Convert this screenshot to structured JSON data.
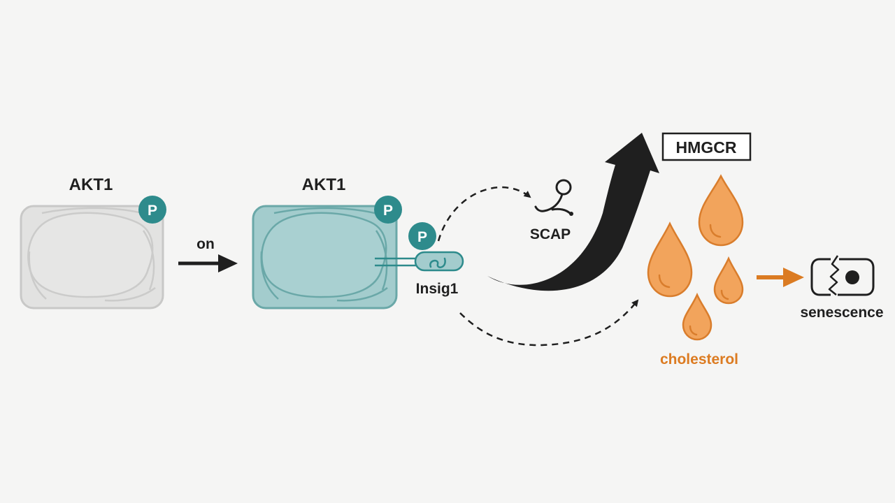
{
  "labels": {
    "akt1_inactive": "AKT1",
    "akt1_active": "AKT1",
    "activation_arrow": "on",
    "insig1": "Insig1",
    "scap": "SCAP",
    "hmgcr": "HMGCR",
    "cholesterol": "cholesterol",
    "senescence": "senescence"
  },
  "phospho_marks": {
    "akt1_inactive": "P",
    "akt1_active": "P",
    "insig1": "P"
  },
  "colors": {
    "background": "#f5f5f4",
    "inactive_fill": "#e2e2e1",
    "inactive_stroke": "#c8c8c7",
    "active_fill": "#a3cccd",
    "active_stroke": "#6aa8a8",
    "phospho": "#2e8b8c",
    "cholesterol": "#f2a45c",
    "cholesterol_stroke": "#d97d2c",
    "cholesterol_text": "#dc7b21",
    "arrow_dark": "#1f1f1f",
    "arrow_orange": "#db7b22"
  },
  "icons": {
    "scap": "scap-protein-icon",
    "senescence": "senescent-cell-icon",
    "droplet": "cholesterol-droplet-icon"
  }
}
